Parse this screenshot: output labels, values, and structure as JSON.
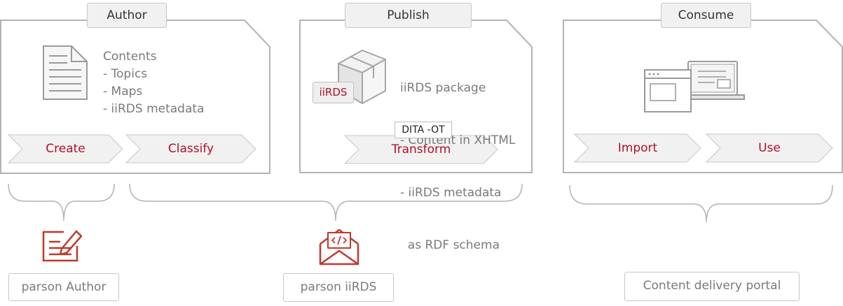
{
  "phases": {
    "author": {
      "label": "Author",
      "contents_title": "Contents",
      "contents_items": [
        "- Topics",
        "- Maps",
        "- iiRDS metadata"
      ],
      "steps": [
        "Create",
        "Classify"
      ]
    },
    "publish": {
      "label": "Publish",
      "package_lines": [
        "iiRDS package",
        "- Content in XHTML",
        "- iiRDS metadata",
        "  as RDF schema"
      ],
      "badge": "iiRDS",
      "tool_tag": "DITA -OT",
      "step": "Transform"
    },
    "consume": {
      "label": "Consume",
      "steps": [
        "Import",
        "Use"
      ]
    }
  },
  "personas": {
    "author": "parson Author",
    "iirds": "parson iiRDS",
    "portal": "Content delivery portal"
  },
  "icons": {
    "document": "document-icon",
    "box": "package-box-icon",
    "screens": "screens-icon",
    "author": "author-edit-icon",
    "mail": "code-mail-icon"
  },
  "colors": {
    "accent": "#b0102a",
    "icon_red": "#c0392b",
    "line": "#b3b3b3",
    "text": "#7a7a7a"
  }
}
